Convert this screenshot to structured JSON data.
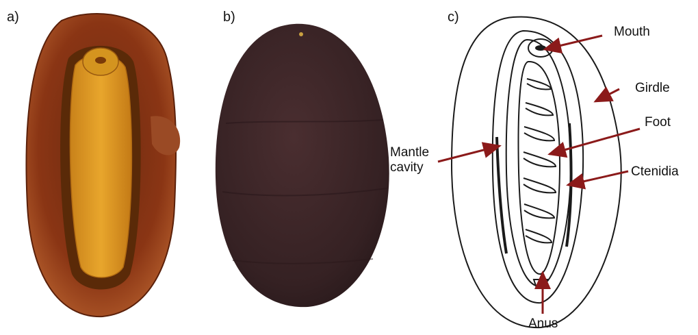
{
  "panels": {
    "a": {
      "label": "a)"
    },
    "b": {
      "label": "b)"
    },
    "c": {
      "label": "c)"
    }
  },
  "callouts": {
    "mouth": "Mouth",
    "girdle": "Girdle",
    "foot": "Foot",
    "mantle_cavity": [
      "Mantle",
      "cavity"
    ],
    "ctenidia": "Ctenidia",
    "anus": "Anus"
  },
  "colors": {
    "arrow": "#8b1a1a",
    "girdle_red": "#8a3514",
    "foot_orange": "#d9931c",
    "dorsal_dark": "#3a2426",
    "line_art": "#1a1a1a"
  }
}
